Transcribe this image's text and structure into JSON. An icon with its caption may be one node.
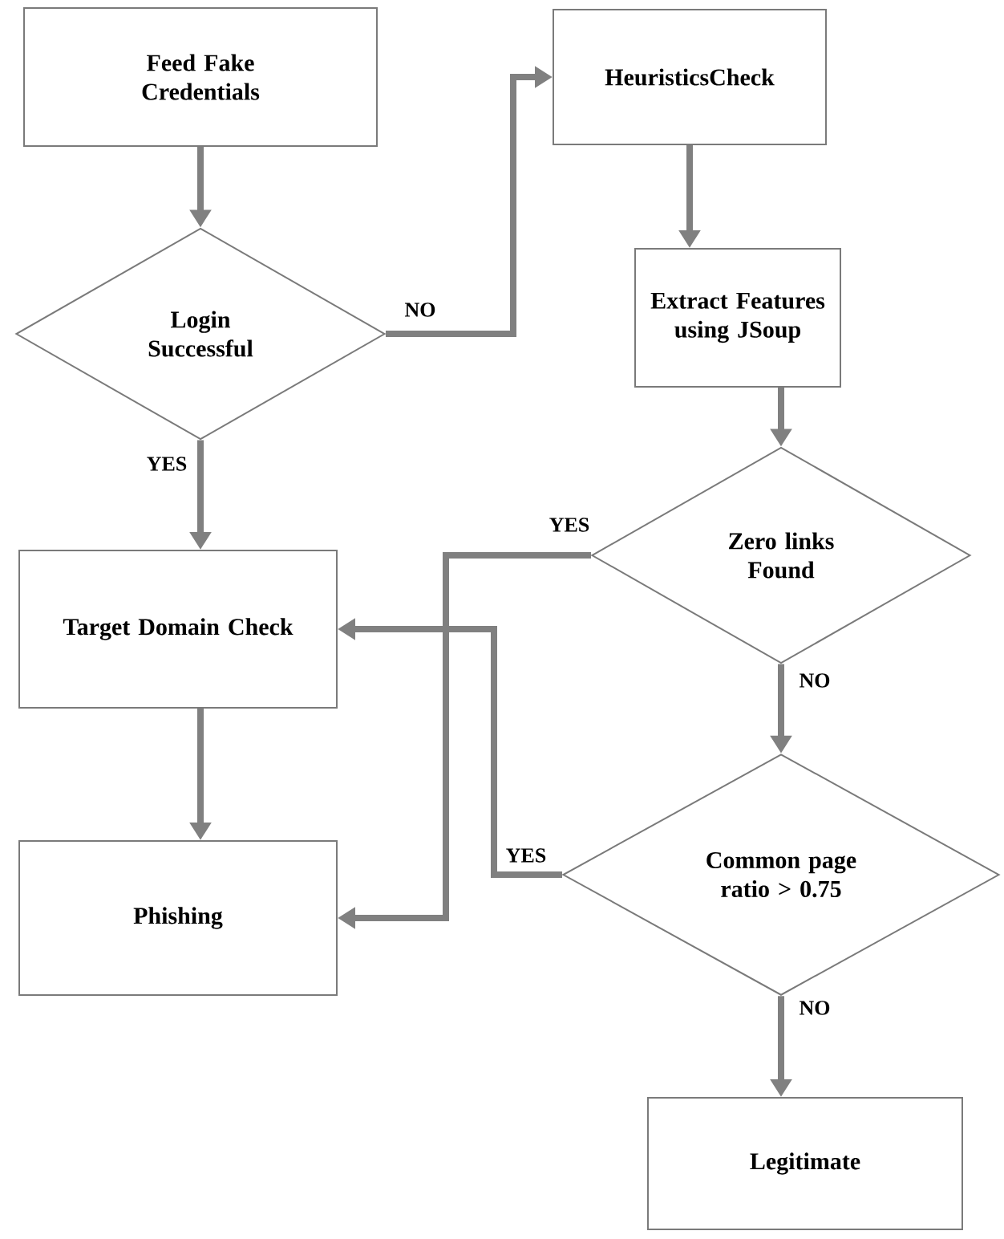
{
  "diagram": {
    "nodes": [
      {
        "text": [
          "Feed Fake Credentials"
        ]
      },
      {
        "text": [
          "Login Successful"
        ]
      },
      {
        "text": [
          "HeuristicsCheck"
        ]
      },
      {
        "text": [
          "Extract Features using JSoup"
        ]
      },
      {
        "text": [
          "Zero links Found"
        ]
      },
      {
        "text": [
          "Target Domain Check"
        ]
      },
      {
        "text": [
          "Phishing"
        ]
      },
      {
        "text": [
          "Common page ratio > 0.75"
        ]
      },
      {
        "text": [
          "Legitimate"
        ]
      }
    ],
    "edges": [
      {
        "from": 0,
        "to": 1,
        "arrow": "to"
      },
      {
        "from": 1,
        "to": 2,
        "arrow": "to",
        "label": "NO"
      },
      {
        "from": 1,
        "to": 5,
        "arrow": "to",
        "label": "YES"
      },
      {
        "from": 3,
        "to": 4,
        "arrow": "to"
      },
      {
        "from": 4,
        "to": 6,
        "arrow": "to",
        "label": "YES"
      },
      {
        "from": 4,
        "to": 7,
        "arrow": "to",
        "label": "NO"
      },
      {
        "from": 7,
        "to": 5,
        "arrow": "to",
        "label": "YES"
      },
      {
        "from": 5,
        "to": 6,
        "arrow": "to"
      },
      {
        "from": 7,
        "to": 8,
        "arrow": "to",
        "label": "NO"
      },
      {
        "from": 2,
        "to": 3,
        "arrow": "to"
      }
    ]
  }
}
